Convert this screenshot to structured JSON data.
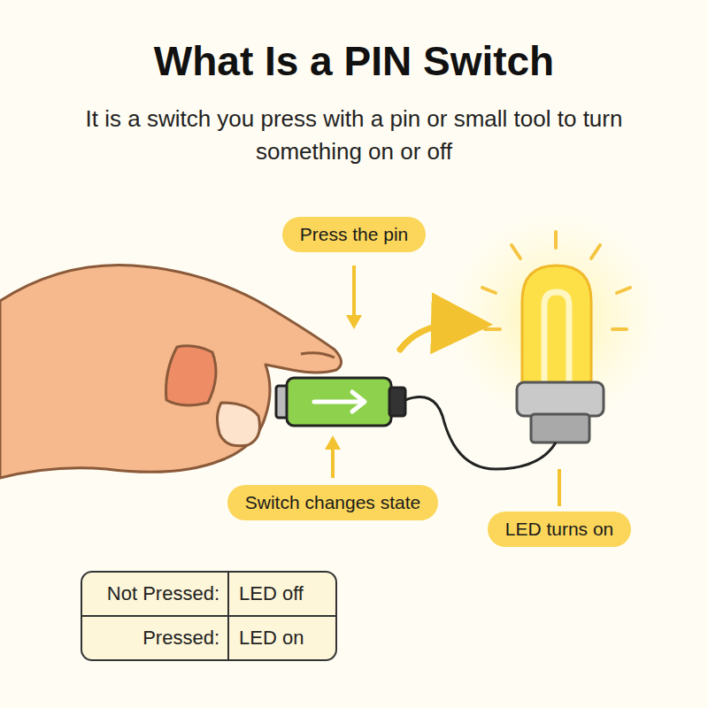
{
  "diagram": {
    "title": "What Is a PIN Switch",
    "caption": "It is a switch you press with a pin or small tool to turn something on or off",
    "nodes": [
      {
        "text": [
          "Press the pin"
        ]
      },
      {
        "text": [
          "Switch changes state"
        ]
      },
      {
        "text": [
          "LED turns on"
        ]
      }
    ],
    "labels": [
      "Not Pressed:",
      "LED off",
      "Pressed:",
      "LED on"
    ]
  }
}
